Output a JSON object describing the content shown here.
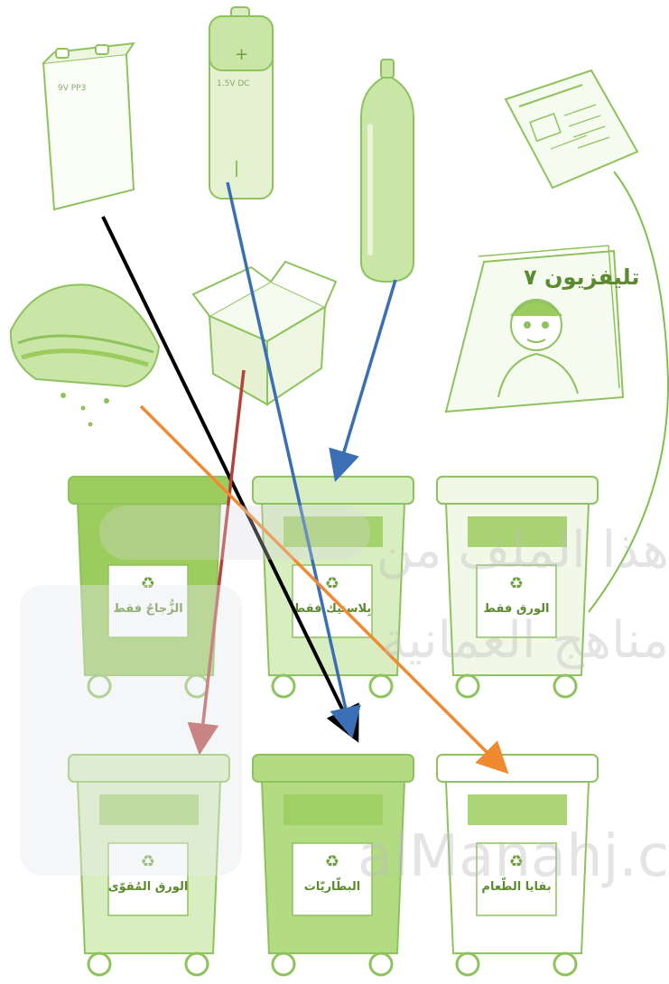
{
  "items": {
    "battery_9v": "9V PP3",
    "battery_aa": "1.5V DC",
    "magazine": "تليفزيون ٧"
  },
  "bins": [
    {
      "label": "الزُّجاجُ فقط",
      "color": "#9ccc5e"
    },
    {
      "label": "بِلاستيك فقط",
      "color": "#d8eec0"
    },
    {
      "label": "الورق فقط",
      "color": "#f1f8e8"
    },
    {
      "label": "الورق المُقوّى",
      "color": "#d8eec0"
    },
    {
      "label": "البطّاريّات",
      "color": "#b3dc82"
    },
    {
      "label": "بقايا الطّعام",
      "color": "#ffffff"
    }
  ],
  "arrows": [
    {
      "from": "battery-9v",
      "to": "bin-batteries",
      "color": "#000000"
    },
    {
      "from": "battery-aa",
      "to": "bin-batteries",
      "color": "#3a6fb5"
    },
    {
      "from": "plastic-bottle",
      "to": "bin-plastic",
      "color": "#3a6fb5"
    },
    {
      "from": "cardboard-box",
      "to": "bin-cardboard",
      "color": "#b5413e"
    },
    {
      "from": "sandwich",
      "to": "bin-food",
      "color": "#f08a30"
    },
    {
      "from": "newspaper",
      "to": "bin-paper",
      "color": "#7fbf4a"
    }
  ],
  "watermark": {
    "line1": "هذا الملف من",
    "line2": "مناهج العمانية",
    "brand": "alManahj.c"
  },
  "colors": {
    "outline": "#8ec25c",
    "bin_dark": "#9ccc5e",
    "bin_light": "#d8eec0"
  }
}
